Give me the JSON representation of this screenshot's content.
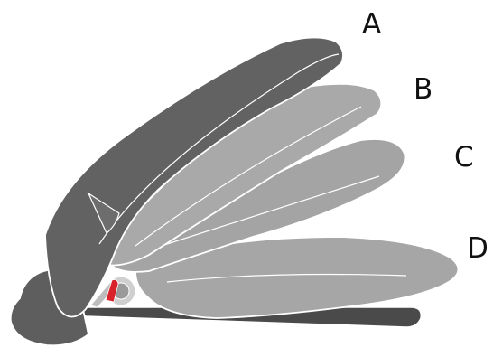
{
  "positions": [
    {
      "key": "A",
      "label": "A",
      "fill": "#626262"
    },
    {
      "key": "B",
      "label": "B",
      "fill": "#a9a9a9"
    },
    {
      "key": "C",
      "label": "C",
      "fill": "#a4a4a4"
    },
    {
      "key": "D",
      "label": "D",
      "fill": "#a6a6a6"
    }
  ],
  "colors": {
    "base": "#5e5e5e",
    "frame": "#4a4a4a",
    "outline": "#ffffff",
    "accent": "#d8232a"
  }
}
